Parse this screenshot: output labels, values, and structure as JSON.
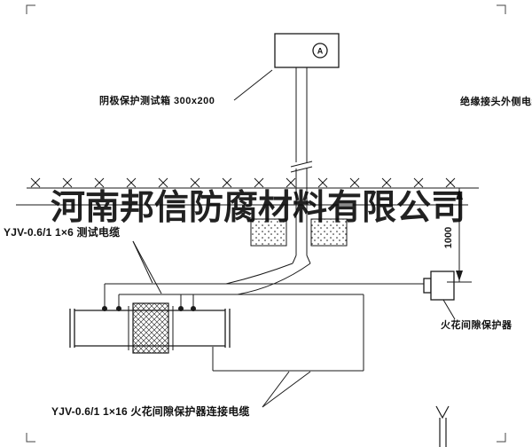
{
  "watermark": {
    "text": "河南邦信防腐材料有限公司"
  },
  "labels": {
    "test_box": "阴极保护测试箱 300x200",
    "outer_cable": "绝缘接头外侧电缆",
    "test_cable": "YJV-0.6/1 1×6 测试电缆",
    "spark_protector": "火花间隙保护器",
    "connect_cable": "YJV-0.6/1 1×16 火花间隙保护器连接电缆"
  },
  "symbols": {
    "ammeter": "A"
  },
  "dimensions": {
    "depth_mm": "1000"
  },
  "colors": {
    "line": "#1a1a1a",
    "background": "#ffffff"
  }
}
